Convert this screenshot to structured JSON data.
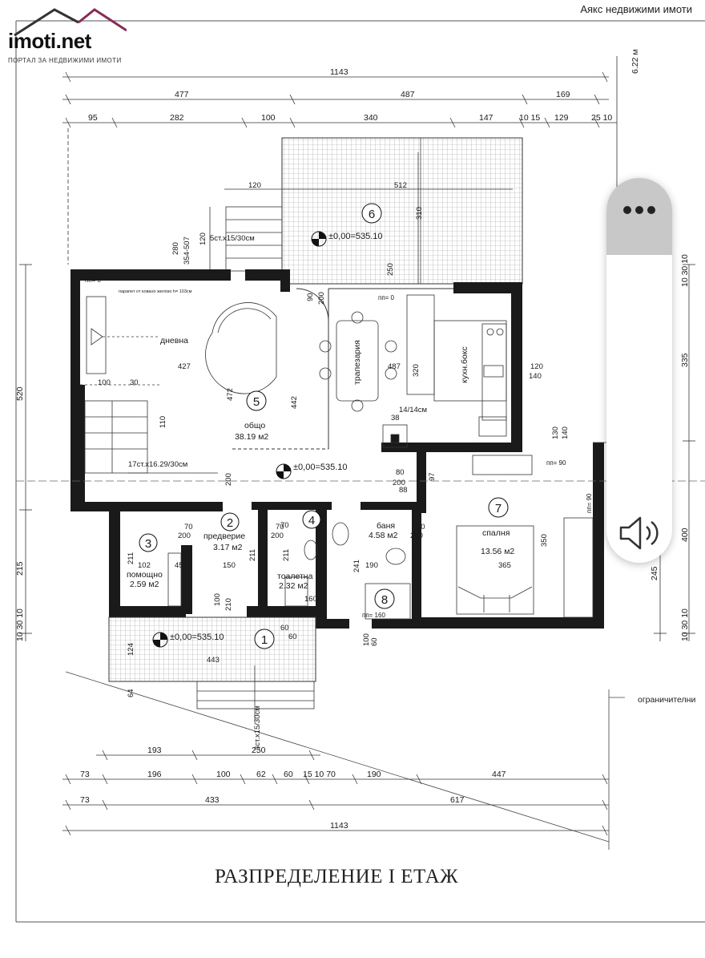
{
  "header": {
    "logo_text": "imoti.net",
    "logo_subtitle": "ПОРТАЛ ЗА НЕДВИЖИМИ ИМОТИ",
    "brand": "Аякс недвижими имоти"
  },
  "plan": {
    "title": "РАЗПРЕДЕЛЕНИЕ I ЕТАЖ",
    "top_dimensions": {
      "row1": [
        "1143"
      ],
      "row2": [
        "477",
        "487",
        "169"
      ],
      "row3": [
        "95",
        "282",
        "100",
        "340",
        "147",
        "10 15",
        "129",
        "25 10"
      ]
    },
    "bottom_dimensions": {
      "row1": [
        "193",
        "250"
      ],
      "row2": [
        "73",
        "196",
        "100",
        "62",
        "60",
        "15 10 70",
        "190",
        "447"
      ],
      "row3": [
        "73",
        "433",
        "617"
      ],
      "row4": [
        "1143"
      ]
    },
    "left_dimensions": [
      "520",
      "215",
      "10 30 10"
    ],
    "right_dimensions": [
      "10 30 10",
      "335",
      "400",
      "245",
      "10 30 10"
    ],
    "height_mark": "6.22 м",
    "limit_label": "ограничителни",
    "rooms": [
      {
        "num": "1",
        "name": "",
        "area": ""
      },
      {
        "num": "2",
        "name": "предверие",
        "area": "3.17 м2"
      },
      {
        "num": "3",
        "name": "помощно",
        "area": "2.59 м2"
      },
      {
        "num": "4",
        "name": "тоалетна",
        "area": "2.32 м2"
      },
      {
        "num": "5",
        "name": "общо",
        "area": "38.19 м2"
      },
      {
        "num": "6",
        "name": "",
        "area": ""
      },
      {
        "num": "7",
        "name": "спалня",
        "area": "13.56 м2"
      },
      {
        "num": "8",
        "name": "",
        "area": ""
      }
    ],
    "room_labels": {
      "living": "дневна",
      "dining": "трапезария",
      "kitchen": "кухн.бокс",
      "bath_name": "баня",
      "bath_area": "4.58 м2"
    },
    "levels": {
      "terrace": "±0,00=535.10",
      "hall": "±0,00=535.10",
      "entrance": "±0,00=535.10"
    },
    "annotations": {
      "stairs_top": "5ст.х15/30см",
      "stairs_inner": "17ст.х16.29/30см",
      "stairs_entry": "3ст.х15/30см",
      "stair_small": "14/14см",
      "pp0_a": "пп= 0",
      "pp0_b": "пп= 0",
      "pp90_a": "пп= 90",
      "pp90_b": "пп= 90",
      "pp160": "пп= 160",
      "note": "парапет от ковано желязо h= 103см"
    },
    "inner_dims": {
      "d120": "120",
      "d512": "512",
      "d310": "310",
      "d280": "280",
      "d354": "354-507",
      "d120b": "120",
      "d250": "250",
      "d200": "200",
      "d90": "90",
      "d427": "427",
      "d487": "487",
      "d100": "100",
      "d30": "30",
      "d472": "472",
      "d442": "442",
      "d320": "320",
      "d110": "110",
      "d120c": "120",
      "d140": "140",
      "d130": "130",
      "d140b": "140",
      "d38": "38",
      "d80": "80",
      "d200b": "200",
      "d88": "88",
      "d97": "97",
      "d350": "350",
      "d365": "365",
      "d190": "190",
      "d241": "241",
      "d70a": "70",
      "d200c": "200",
      "d70b": "70",
      "d200d": "200",
      "d70c": "70",
      "d200e": "200",
      "d102": "102",
      "d211a": "211",
      "d211b": "211",
      "d211c": "211",
      "d45": "45",
      "d150": "150",
      "d100b": "100",
      "d210": "210",
      "d160": "160",
      "d60a": "60",
      "d60b": "60",
      "d443": "443",
      "d124": "124",
      "d64": "64",
      "d100c": "100",
      "d60c": "60",
      "d70d": "70",
      "d200f": "200"
    }
  },
  "player": {
    "more_icon": "more-icon",
    "speaker_icon": "speaker-icon"
  },
  "colors": {
    "wall": "#1a1a1a",
    "line": "#333333",
    "hatch": "#9a9a9a",
    "player_bg": "#c8c8c8"
  }
}
